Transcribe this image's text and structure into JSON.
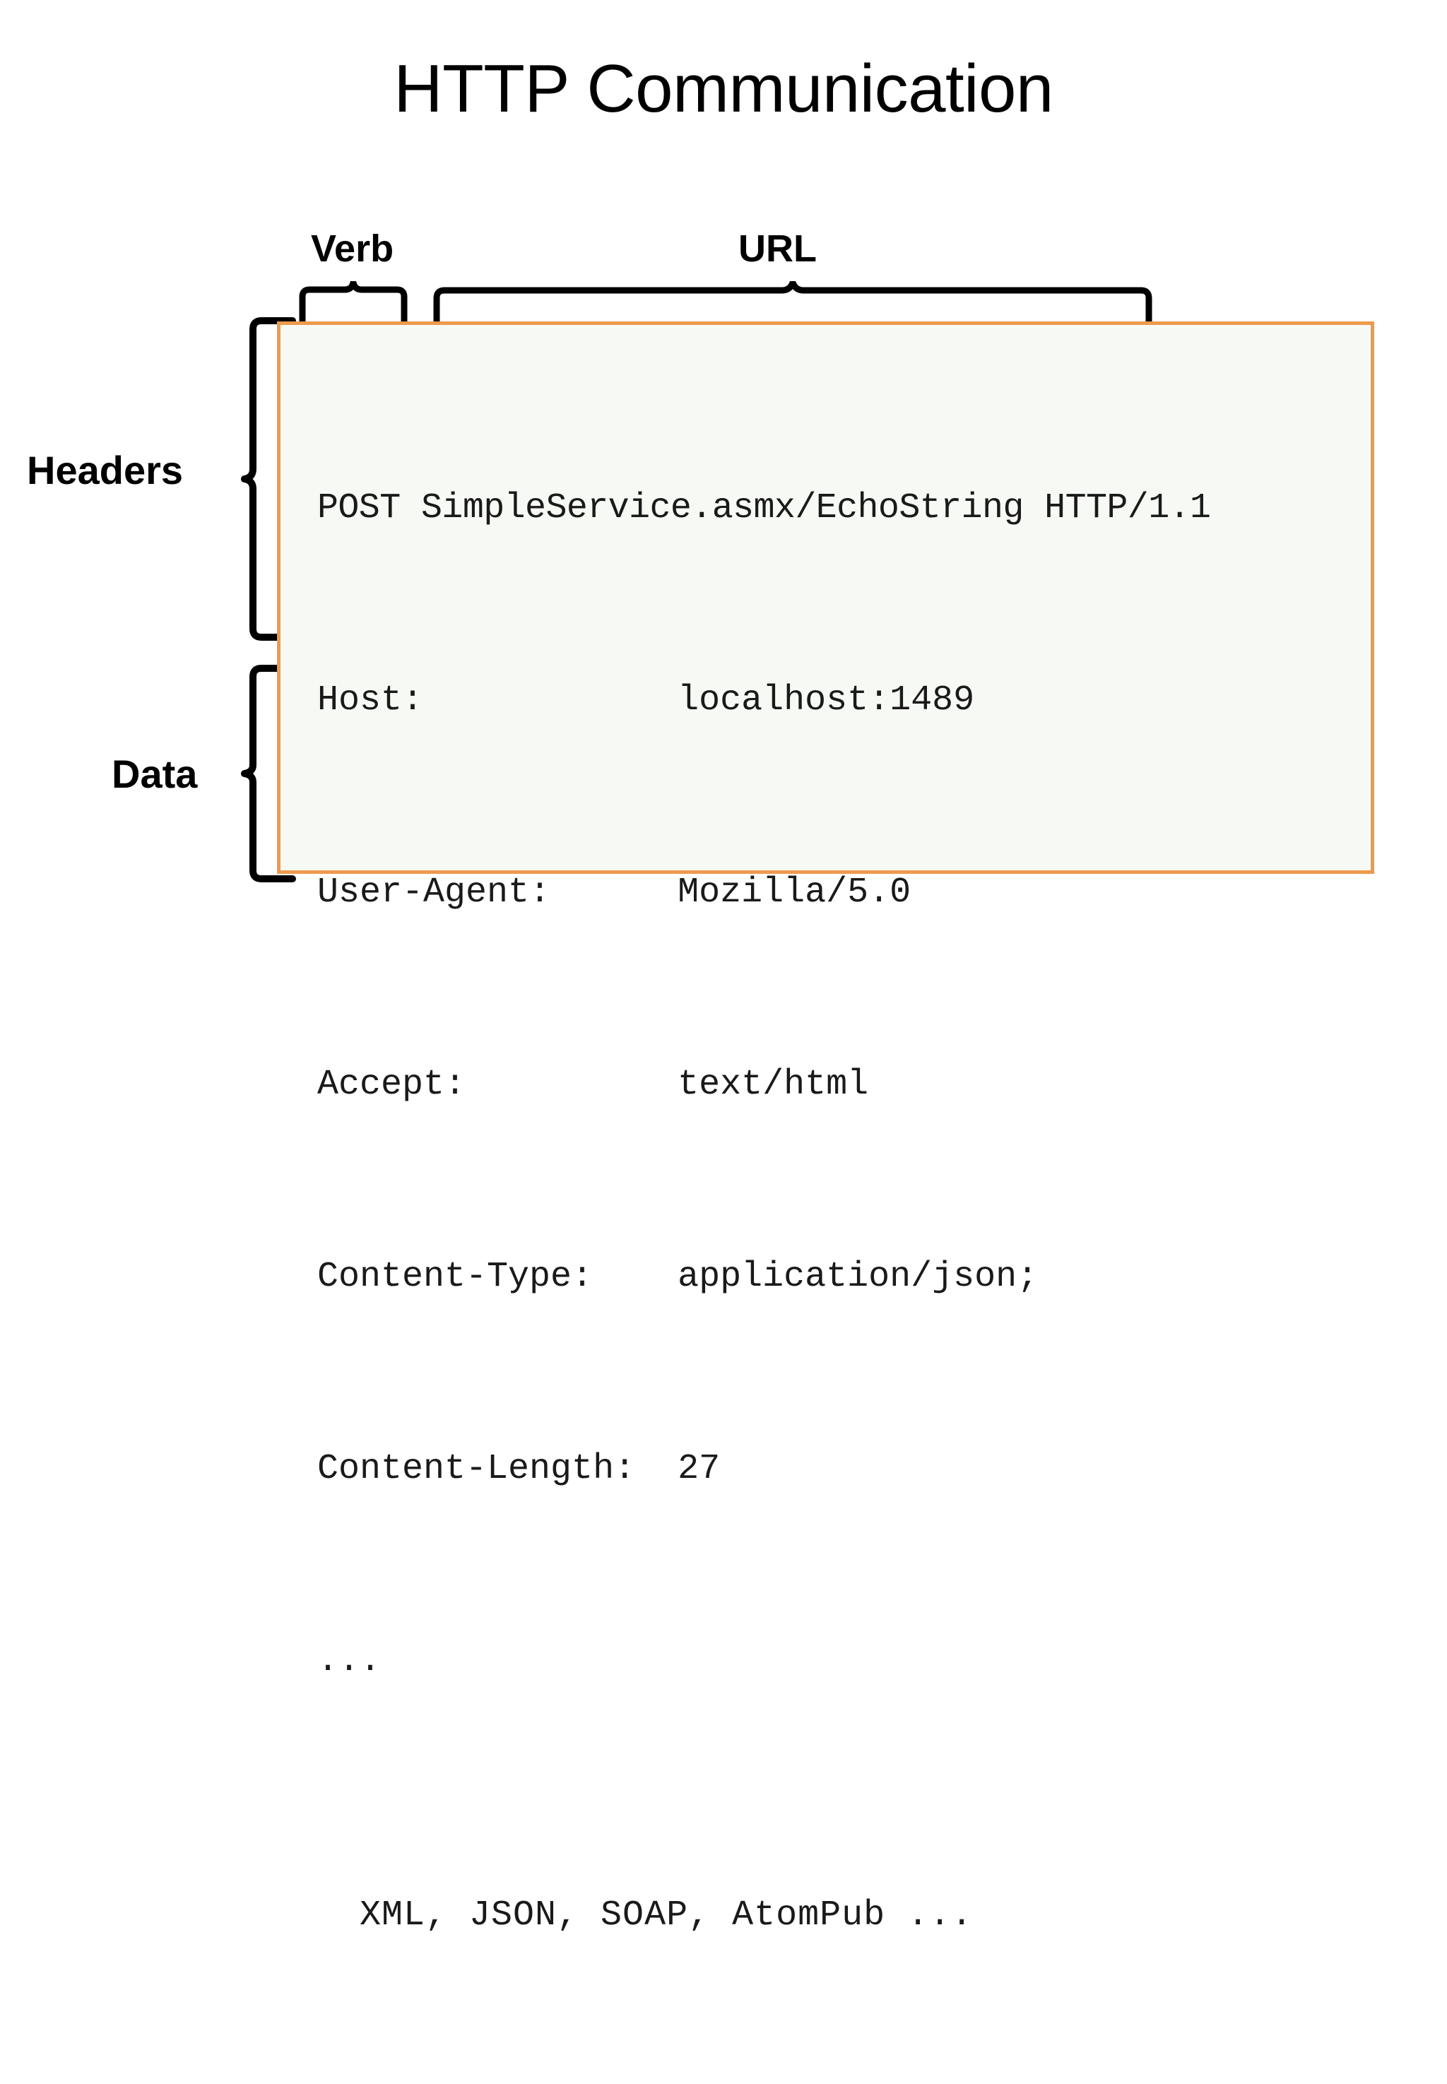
{
  "slide": {
    "title": "HTTP Communication",
    "background_color": "#ffffff"
  },
  "callouts": {
    "verb": "Verb",
    "url": "URL",
    "headers": "Headers",
    "data": "Data"
  },
  "code_box": {
    "border_color": "#ee9a4d",
    "background_color": "#f7faf4",
    "request_line": {
      "verb": "POST",
      "url": "SimpleService.asmx/EchoString",
      "version": "HTTP/1.1",
      "full": "POST SimpleService.asmx/EchoString HTTP/1.1"
    },
    "headers": [
      {
        "name": "Host:",
        "value": "localhost:1489"
      },
      {
        "name": "User-Agent:",
        "value": "Mozilla/5.0"
      },
      {
        "name": "Accept:",
        "value": "text/html"
      },
      {
        "name": "Content-Type:",
        "value": "application/json;"
      },
      {
        "name": "Content-Length:",
        "value": "27"
      }
    ],
    "headers_continuation": "...",
    "data_payload": "XML, JSON, SOAP, AtomPub ..."
  }
}
